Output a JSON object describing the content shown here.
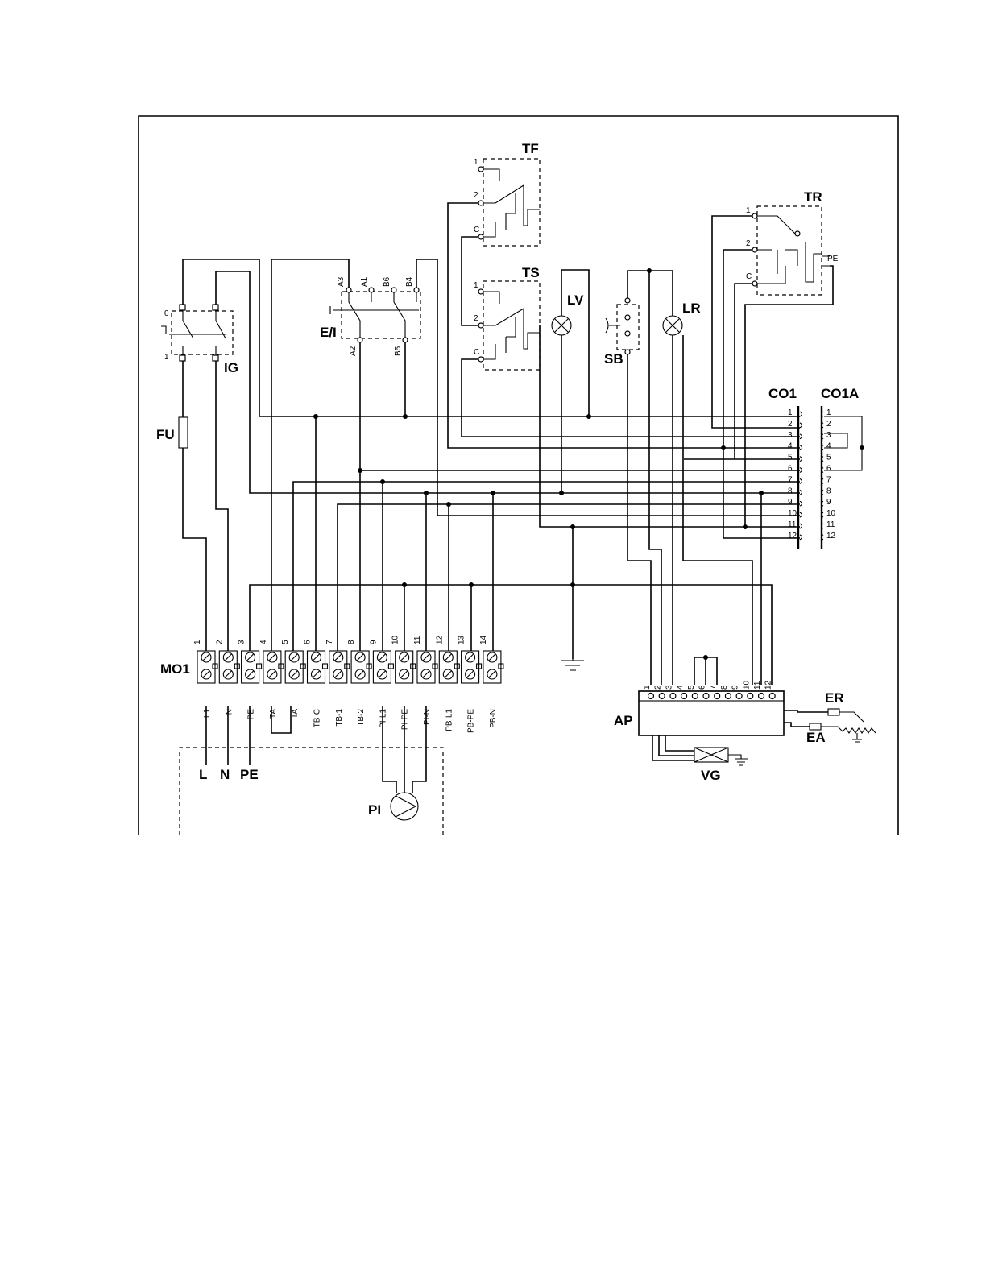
{
  "components": {
    "tf": "TF",
    "tr": "TR",
    "ts": "TS",
    "lv": "LV",
    "lr": "LR",
    "sb": "SB",
    "ig": "IG",
    "ei": "E/I",
    "fu": "FU",
    "co1": "CO1",
    "co1a": "CO1A",
    "mo1": "MO1",
    "ap": "AP",
    "er": "ER",
    "ea": "EA",
    "vg": "VG",
    "pi": "PI"
  },
  "supply": {
    "l": "L",
    "n": "N",
    "pe": "PE"
  },
  "switch_pins": {
    "tf": [
      "1",
      "2",
      "C"
    ],
    "ts": [
      "1",
      "2",
      "C"
    ],
    "tr": [
      "1",
      "2",
      "C"
    ],
    "tr_pe": "PE",
    "ig": [
      "0",
      "1"
    ],
    "ei_top": [
      "A3",
      "A1",
      "B6",
      "B4"
    ],
    "ei_bottom": [
      "A2",
      "B5"
    ]
  },
  "connector_pins": [
    "1",
    "2",
    "3",
    "4",
    "5",
    "6",
    "7",
    "8",
    "9",
    "10",
    "11",
    "12"
  ],
  "terminal_block": {
    "numbers": [
      "1",
      "2",
      "3",
      "4",
      "5",
      "6",
      "7",
      "8",
      "9",
      "10",
      "11",
      "12",
      "13",
      "14"
    ],
    "labels": [
      "L1",
      "N",
      "PE",
      "TA",
      "TA",
      "TB-C",
      "TB-1",
      "TB-2",
      "PI-L1",
      "PI-PE",
      "PI-N",
      "PB-L1",
      "PB-PE",
      "PB-N"
    ]
  },
  "ap_pins": [
    "1",
    "2",
    "3",
    "4",
    "5",
    "6",
    "7",
    "8",
    "9",
    "10",
    "11",
    "12"
  ]
}
